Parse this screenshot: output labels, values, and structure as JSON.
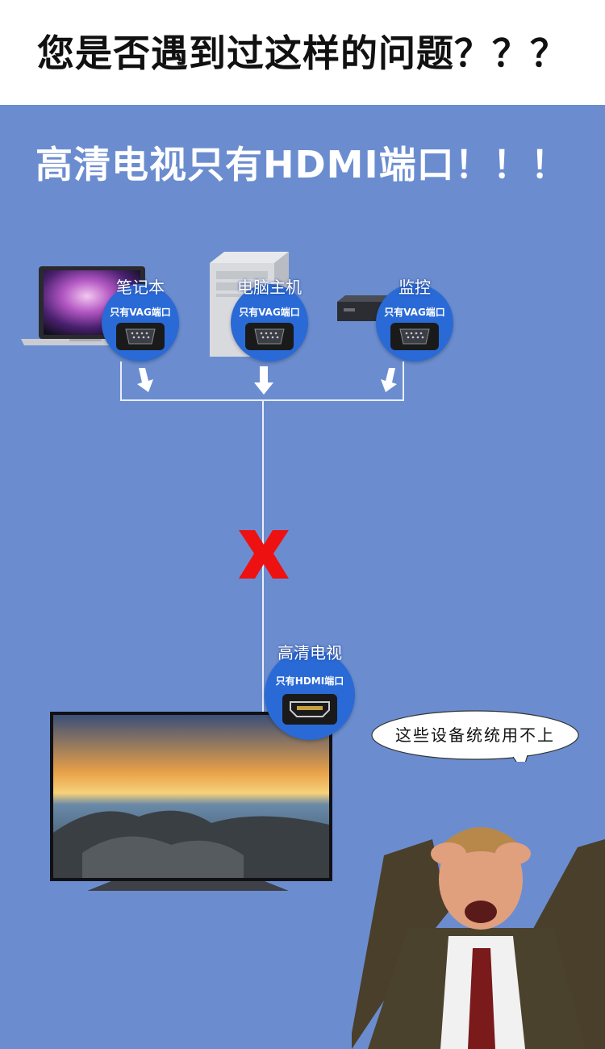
{
  "header": {
    "title": "您是否遇到过这样的问题？？？"
  },
  "panel": {
    "subtitle": "高清电视只有HDMI端口！！！"
  },
  "devices": [
    {
      "label": "笔记本",
      "port_text": "只有VAG端口"
    },
    {
      "label": "电脑主机",
      "port_text": "只有VAG端口"
    },
    {
      "label": "监控",
      "port_text": "只有VAG端口"
    }
  ],
  "tv": {
    "label": "高清电视",
    "port_text": "只有HDMI端口"
  },
  "speech": {
    "text": "这些设备统统用不上"
  },
  "colors": {
    "panel_bg": "#6b8dd0",
    "badge_bg": "#2a6ad6",
    "cross": "#ee1111"
  }
}
